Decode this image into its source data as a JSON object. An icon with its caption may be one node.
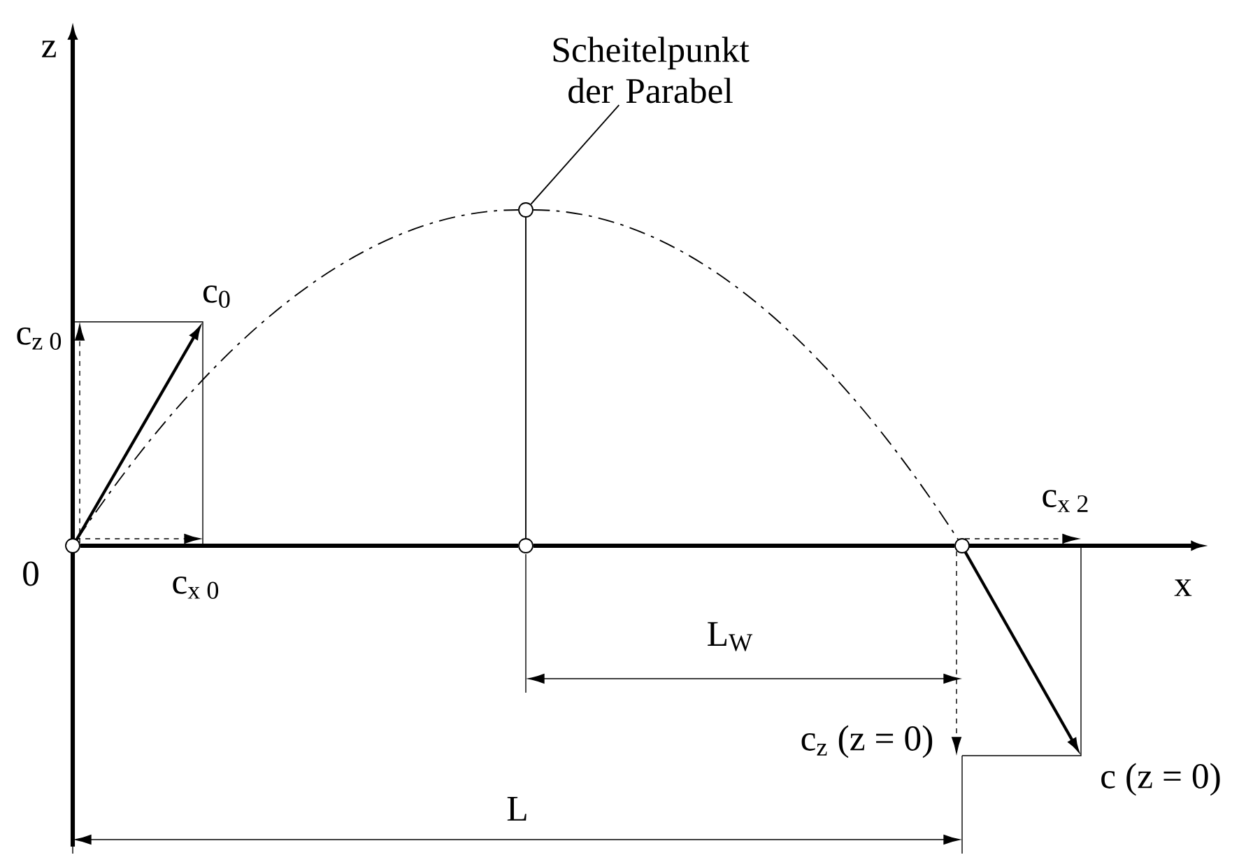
{
  "diagram": {
    "nodes": [
      {
        "text": [
          "Scheitelpunkt der Parabel"
        ]
      },
      {
        "text": [],
        "shape": "circle"
      },
      {
        "text": [],
        "shape": "circle"
      },
      {
        "text": [],
        "shape": "circle"
      },
      {
        "text": [],
        "shape": "circle"
      }
    ],
    "edges": [
      {
        "from": 0,
        "to": 1,
        "arrow": "none"
      },
      {
        "from": 1,
        "to": 3,
        "arrow": "none"
      },
      {
        "from": 2,
        "to": 1,
        "arrow": "none",
        "style": "dashed"
      },
      {
        "from": 1,
        "to": 4,
        "arrow": "none",
        "style": "dashed"
      },
      {
        "from": 2,
        "to": 3,
        "arrow": "none",
        "style": "thick"
      },
      {
        "from": 3,
        "to": 4,
        "arrow": "none",
        "style": "thick"
      }
    ],
    "labels": [
      "z",
      "c$_{0}$",
      "c$_{z 0}$",
      "c$_{x 2}$",
      "0",
      "c$_{x 0}$",
      "x",
      "L$_{W}$",
      "c$_{z}$ (z = 0)",
      "c (z = 0)",
      "L"
    ]
  }
}
